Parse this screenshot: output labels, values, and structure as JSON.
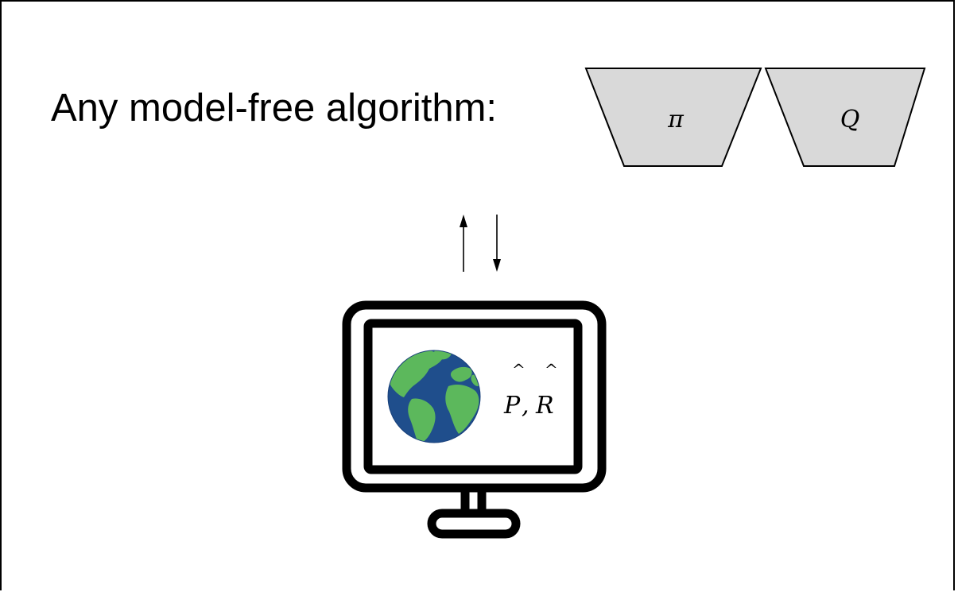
{
  "heading": "Any model-free algorithm:",
  "networks": [
    {
      "symbol": "π"
    },
    {
      "symbol": "Q"
    }
  ],
  "model_label": {
    "p": "P",
    "sep": ",",
    "r": "R",
    "hat": "^"
  },
  "icons": {
    "policy_network": "trapezoid-network-icon",
    "value_network": "trapezoid-network-icon",
    "exchange_arrows": "up-down-arrows-icon",
    "monitor": "computer-monitor-icon",
    "globe": "earth-globe-icon"
  },
  "colors": {
    "network_fill": "#d9d9d9",
    "ocean": "#1f4e8c",
    "land": "#5cb85c",
    "outline": "#000000"
  }
}
